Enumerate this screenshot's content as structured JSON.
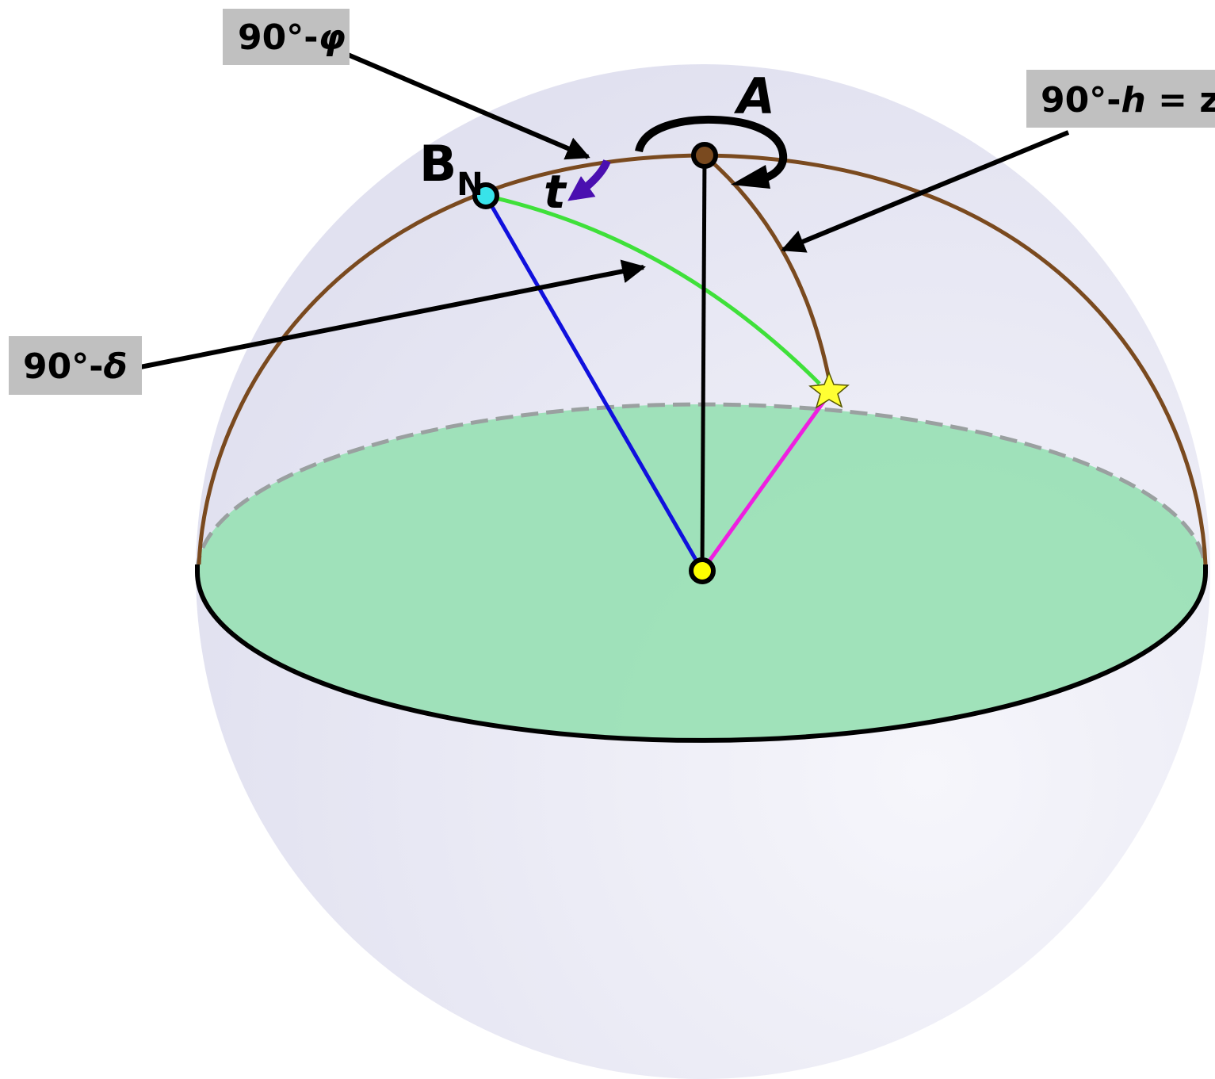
{
  "labels": {
    "colatitude": {
      "prefix": "90°-",
      "symbol": "φ"
    },
    "zenith_distance": {
      "prefix": "90°-",
      "symbol": "h",
      "suffix": " = z"
    },
    "polar_distance": {
      "prefix": "90°-",
      "symbol": "δ"
    },
    "azimuth": "A",
    "hour_angle": "t",
    "pole": {
      "base": "B",
      "subscript": "N"
    }
  },
  "colors": {
    "sphere": "#e3e3f2",
    "horizon_plane": "#9be0b6",
    "meridian": "#7a4a1f",
    "star_path": "#3fe03a",
    "pole_radius": "#1010dd",
    "star_radius": "#ee1fe0",
    "hour_angle_arrow": "#4a0fb0",
    "star": "#ffff33",
    "pole_point": "#38e3ea",
    "zenith_point": "#7a4a1f",
    "center_point": "#ffff00",
    "label_box": "#c0c0c0"
  }
}
